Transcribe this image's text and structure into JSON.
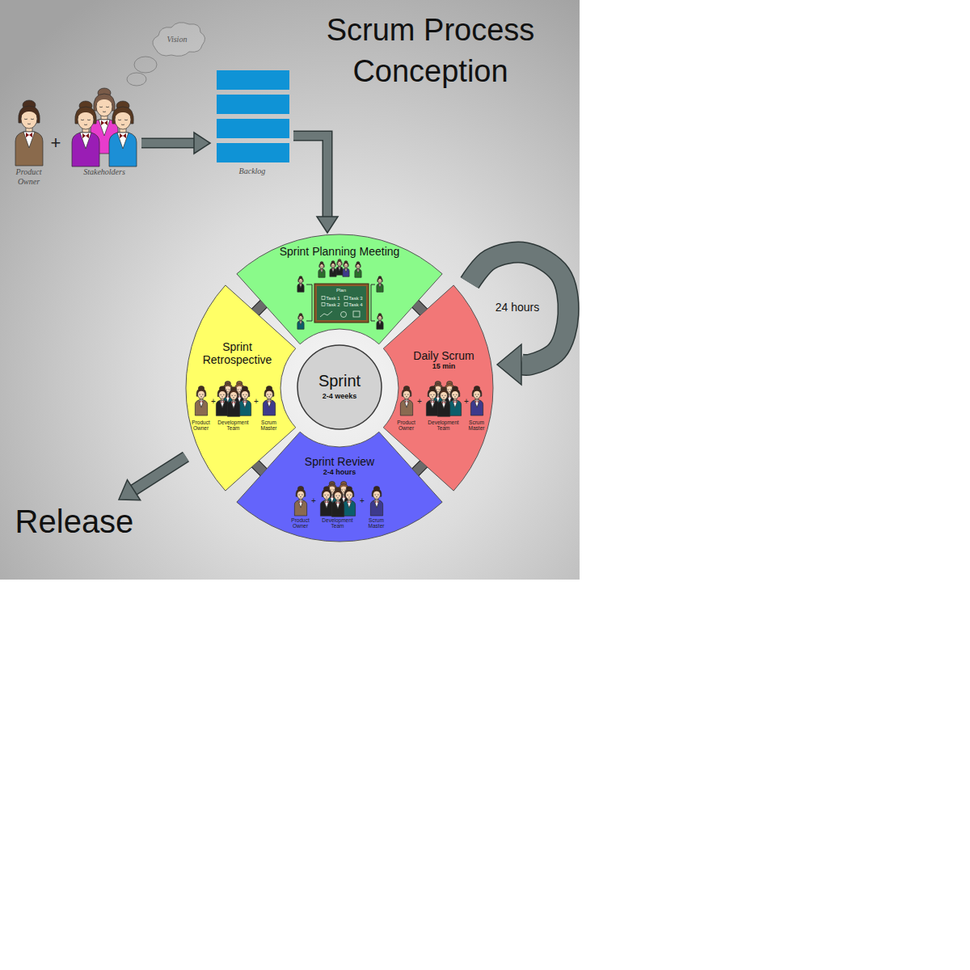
{
  "diagram": {
    "title": "Scrum Process Conception",
    "nodes": [
      {
        "text": [
          "Vision"
        ]
      },
      {
        "text": [
          "Product Owner"
        ]
      },
      {
        "text": [
          "Stakeholders"
        ]
      },
      {
        "text": [
          "Backlog"
        ]
      },
      {
        "text": [
          "Sprint Planning Meeting"
        ]
      },
      {
        "text": [
          "Sprint Retrospective"
        ]
      },
      {
        "text": [
          "Sprint",
          "2-4 weeks"
        ]
      },
      {
        "text": [
          "Daily Scrum",
          "15 min"
        ]
      },
      {
        "text": [
          "Sprint Review",
          "2-4 hours"
        ]
      },
      {
        "text": [
          "Release"
        ]
      }
    ],
    "edges": [
      {
        "from": 2,
        "to": 3,
        "arrow": "to"
      },
      {
        "from": 3,
        "to": 4,
        "arrow": "to"
      },
      {
        "from": 7,
        "to": 7,
        "arrow": "to",
        "label": "24 hours"
      },
      {
        "from": 5,
        "to": 9,
        "arrow": "to"
      }
    ],
    "labels": [
      "+",
      "Plan",
      "Task 1",
      "Task 2",
      "Task 3",
      "Task 4",
      "Product Owner",
      "+",
      "Development Team",
      "+",
      "Scrum Master",
      "Product Owner",
      "+",
      "Development Team",
      "+",
      "Scrum Master",
      "Product Owner",
      "+",
      "Development Team",
      "+",
      "Scrum Master"
    ]
  }
}
